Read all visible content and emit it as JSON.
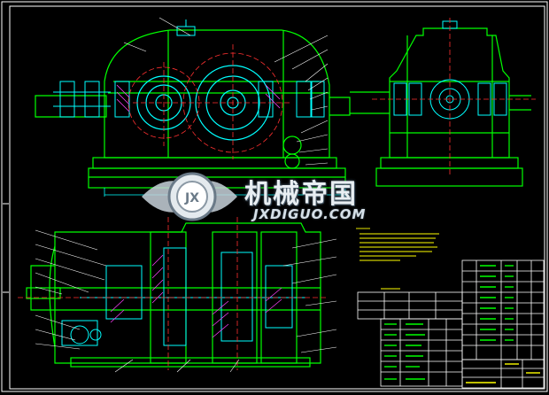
{
  "drawing": {
    "background": "#000000",
    "colors": {
      "frame": "#ffffff",
      "outline": "#00ff00",
      "detail": "#00ffff",
      "center": "#ff3030",
      "hatch": "#ff40ff",
      "leader": "#ffffff",
      "note": "#ffff00"
    },
    "views": [
      "front-elevation",
      "side-elevation",
      "top-section"
    ],
    "watermark": {
      "title": "机械帝国",
      "subtitle": "JXDIGUO.COM",
      "emblem_letters": "JX"
    }
  }
}
